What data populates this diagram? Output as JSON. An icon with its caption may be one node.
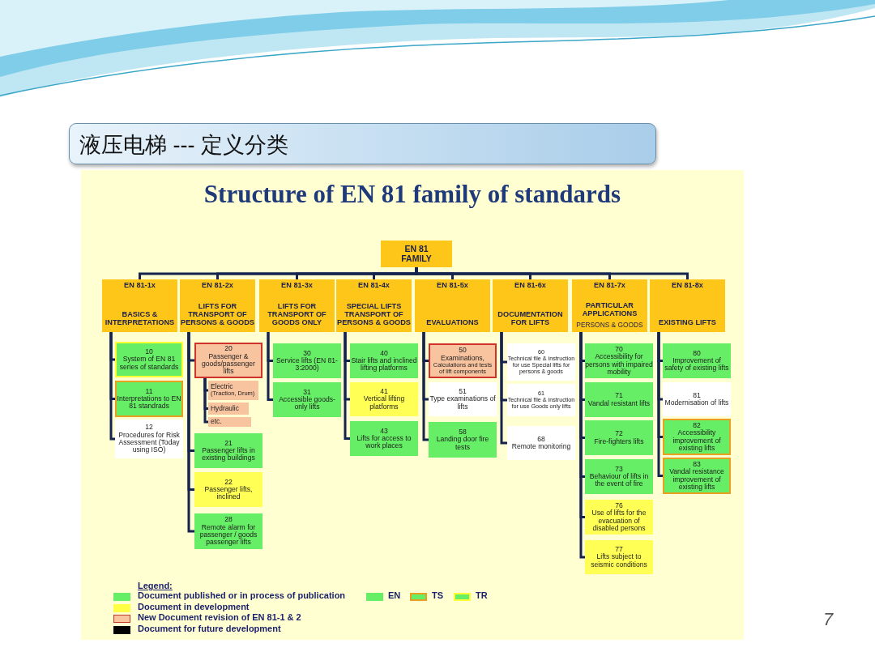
{
  "diagram": {
    "title": "Structure of EN 81 family of standards",
    "nodes": [
      {
        "text": [
          "EN 81 FAMILY"
        ]
      },
      {
        "text": [
          "EN 81-1x",
          "BASICS & INTERPRETATIONS"
        ]
      },
      {
        "text": [
          "EN 81-2x",
          "LIFTS FOR TRANSPORT OF PERSONS & GOODS"
        ]
      },
      {
        "text": [
          "EN 81-3x",
          "LIFTS FOR TRANSPORT OF GOODS ONLY"
        ]
      },
      {
        "text": [
          "EN 81-4x",
          "SPECIAL LIFTS TRANSPORT OF PERSONS & GOODS"
        ]
      },
      {
        "text": [
          "EN 81-5x",
          "EVALUATIONS"
        ]
      },
      {
        "text": [
          "EN 81-6x",
          "DOCUMENTATION FOR LIFTS"
        ]
      },
      {
        "text": [
          "EN 81-7x",
          "PARTICULAR APPLICATIONS",
          "PERSONS & GOODS"
        ]
      },
      {
        "text": [
          "EN 81-8x",
          "EXISTING LIFTS"
        ]
      },
      {
        "text": [
          "10",
          "System of EN 81 series of standards"
        ]
      },
      {
        "text": [
          "11",
          "Interpretations to EN 81 standrads"
        ]
      },
      {
        "text": [
          "12",
          "Procedures for Risk Assessment (Today using ISO)"
        ]
      },
      {
        "text": [
          "20",
          "Passenger & goods/passenger lifts"
        ]
      },
      {
        "text": [
          "Electric",
          "(Traction, Drum)"
        ]
      },
      {
        "text": [
          "Hydraulic"
        ]
      },
      {
        "text": [
          "etc."
        ]
      },
      {
        "text": [
          "21",
          "Passenger lifts in existing buildings"
        ]
      },
      {
        "text": [
          "22",
          "Passenger lifts, inclined"
        ]
      },
      {
        "text": [
          "28",
          "Remote alarm for passenger / goods passenger lifts"
        ]
      },
      {
        "text": [
          "30",
          "Service lifts (EN 81-3:2000)"
        ]
      },
      {
        "text": [
          "31",
          "Accessible goods-only lifts"
        ]
      },
      {
        "text": [
          "40",
          "Stair lifts and inclined lifting platforms"
        ]
      },
      {
        "text": [
          "41",
          "Vertical lifting platforms"
        ]
      },
      {
        "text": [
          "43",
          "Lifts for access to work places"
        ]
      },
      {
        "text": [
          "50",
          "Examinations,",
          "Calculations and tests of lift components"
        ]
      },
      {
        "text": [
          "51",
          "Type examinations of lifts"
        ]
      },
      {
        "text": [
          "58",
          "Landing door fire tests"
        ]
      },
      {
        "text": [
          "60",
          "Technical file & instruction for use Special lifts for persons & goods"
        ]
      },
      {
        "text": [
          "61",
          "Technical file & instruction for use Goods only lifts"
        ]
      },
      {
        "text": [
          "68",
          "Remote monitoring"
        ]
      },
      {
        "text": [
          "70",
          "Accessibility for persons with impaired mobility"
        ]
      },
      {
        "text": [
          "71",
          "Vandal resistant lifts"
        ]
      },
      {
        "text": [
          "72",
          "Fire-fighters lifts"
        ]
      },
      {
        "text": [
          "73",
          "Behaviour of lifts in the event of fire"
        ]
      },
      {
        "text": [
          "76",
          "Use of lifts for the evacuation of disabled persons"
        ]
      },
      {
        "text": [
          "77",
          "Lifts subject to seismic conditions"
        ]
      },
      {
        "text": [
          "80",
          "Improvement of safety of existing lifts"
        ]
      },
      {
        "text": [
          "81",
          "Modernisation of lifts"
        ]
      },
      {
        "text": [
          "82",
          "Accessibility improvement of existing lifts"
        ]
      },
      {
        "text": [
          "83",
          "Vandal resistance improvement of existing lifts"
        ]
      }
    ],
    "edges": [
      {
        "from": 0,
        "to": 1,
        "arrow": "none"
      },
      {
        "from": 0,
        "to": 2,
        "arrow": "none"
      },
      {
        "from": 0,
        "to": 3,
        "arrow": "none"
      },
      {
        "from": 0,
        "to": 4,
        "arrow": "none"
      },
      {
        "from": 0,
        "to": 5,
        "arrow": "none"
      },
      {
        "from": 0,
        "to": 6,
        "arrow": "none"
      },
      {
        "from": 0,
        "to": 7,
        "arrow": "none"
      },
      {
        "from": 0,
        "to": 8,
        "arrow": "none"
      },
      {
        "from": 1,
        "to": 9,
        "arrow": "none"
      },
      {
        "from": 1,
        "to": 10,
        "arrow": "none"
      },
      {
        "from": 1,
        "to": 11,
        "arrow": "none"
      },
      {
        "from": 2,
        "to": 12,
        "arrow": "none"
      },
      {
        "from": 12,
        "to": 13,
        "arrow": "none"
      },
      {
        "from": 12,
        "to": 14,
        "arrow": "none"
      },
      {
        "from": 12,
        "to": 15,
        "arrow": "none"
      },
      {
        "from": 2,
        "to": 16,
        "arrow": "none"
      },
      {
        "from": 2,
        "to": 17,
        "arrow": "none"
      },
      {
        "from": 2,
        "to": 18,
        "arrow": "none"
      },
      {
        "from": 3,
        "to": 19,
        "arrow": "none"
      },
      {
        "from": 3,
        "to": 20,
        "arrow": "none"
      },
      {
        "from": 4,
        "to": 21,
        "arrow": "none"
      },
      {
        "from": 4,
        "to": 22,
        "arrow": "none"
      },
      {
        "from": 4,
        "to": 23,
        "arrow": "none"
      },
      {
        "from": 5,
        "to": 24,
        "arrow": "none"
      },
      {
        "from": 5,
        "to": 25,
        "arrow": "none"
      },
      {
        "from": 5,
        "to": 26,
        "arrow": "none"
      },
      {
        "from": 6,
        "to": 27,
        "arrow": "none"
      },
      {
        "from": 6,
        "to": 28,
        "arrow": "none"
      },
      {
        "from": 6,
        "to": 29,
        "arrow": "none"
      },
      {
        "from": 7,
        "to": 30,
        "arrow": "none"
      },
      {
        "from": 7,
        "to": 31,
        "arrow": "none"
      },
      {
        "from": 7,
        "to": 32,
        "arrow": "none"
      },
      {
        "from": 7,
        "to": 33,
        "arrow": "none"
      },
      {
        "from": 7,
        "to": 34,
        "arrow": "none"
      },
      {
        "from": 7,
        "to": 35,
        "arrow": "none"
      },
      {
        "from": 8,
        "to": 36,
        "arrow": "none"
      },
      {
        "from": 8,
        "to": 37,
        "arrow": "none"
      },
      {
        "from": 8,
        "to": 38,
        "arrow": "none"
      },
      {
        "from": 8,
        "to": 39,
        "arrow": "none"
      }
    ],
    "labels": [
      "液压电梯 --- 定义分类",
      "Legend:",
      "7"
    ],
    "legend": [
      {
        "text": "Document published or in process of publication",
        "color": "#66ee66"
      },
      {
        "text": "Document in development",
        "color": "#ffff44"
      },
      {
        "text": "New Document revision of EN 81-1 & 2",
        "color": "#f8c4a0"
      },
      {
        "text": "Document for future development",
        "color": "#000000"
      },
      {
        "text": "EN",
        "color": "#66ee66"
      },
      {
        "text": "TS"
      },
      {
        "text": "TR"
      }
    ]
  }
}
